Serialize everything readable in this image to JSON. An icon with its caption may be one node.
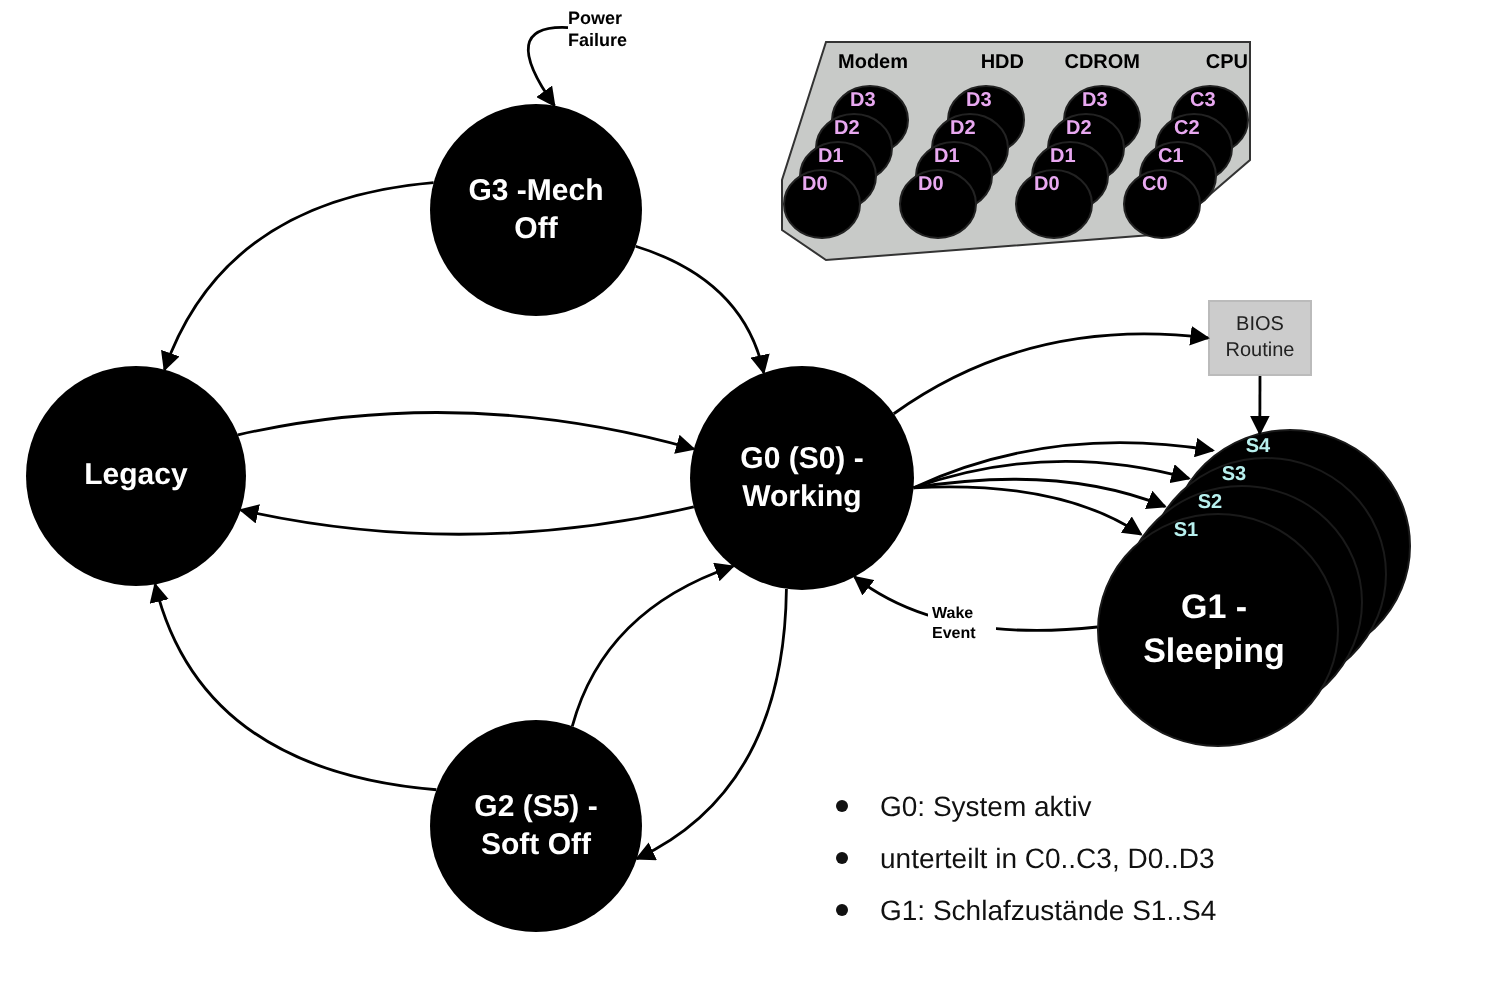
{
  "diagram": {
    "nodes": [
      {
        "text": [
          "Power Failure"
        ]
      },
      {
        "text": [
          "G3 -Mech Off"
        ]
      },
      {
        "text": [],
        "shape": "box"
      },
      {
        "text": [
          "Modem",
          "D3",
          "D2",
          "D1",
          "D0"
        ],
        "in": 2
      },
      {
        "text": [
          "HDD",
          "D3",
          "D2",
          "D1",
          "D0"
        ],
        "in": 2
      },
      {
        "text": [
          "CDROM",
          "D3",
          "D2",
          "D1",
          "D0"
        ],
        "in": 2
      },
      {
        "text": [
          "CPU",
          "C3",
          "C2",
          "C1",
          "C0"
        ],
        "in": 2
      },
      {
        "text": [
          "Legacy"
        ]
      },
      {
        "text": [
          "G0 (S0) - Working"
        ]
      },
      {
        "text": [
          "BIOS Routine"
        ]
      },
      {
        "text": [
          "G1 - Sleeping"
        ]
      },
      {
        "text": [
          "S4"
        ],
        "in": 10
      },
      {
        "text": [
          "S3"
        ],
        "in": 10
      },
      {
        "text": [
          "S2"
        ],
        "in": 10
      },
      {
        "text": [
          "S1"
        ],
        "in": 10
      },
      {
        "text": [
          "G2 (S5) - Soft Off"
        ]
      }
    ],
    "edges": [
      {
        "from": 0,
        "to": 1,
        "arrow": "to"
      },
      {
        "from": 1,
        "to": 7,
        "arrow": "to"
      },
      {
        "from": 1,
        "to": 8,
        "arrow": "to"
      },
      {
        "from": 7,
        "to": 8,
        "arrow": "to"
      },
      {
        "from": 8,
        "to": 7,
        "arrow": "to"
      },
      {
        "from": 8,
        "to": 9,
        "arrow": "to"
      },
      {
        "from": 9,
        "to": 11,
        "arrow": "to"
      },
      {
        "from": 8,
        "to": 11,
        "arrow": "to"
      },
      {
        "from": 8,
        "to": 12,
        "arrow": "to"
      },
      {
        "from": 8,
        "to": 13,
        "arrow": "to"
      },
      {
        "from": 8,
        "to": 14,
        "arrow": "to"
      },
      {
        "from": 10,
        "to": 8,
        "arrow": "to",
        "label": "Wake Event"
      },
      {
        "from": 15,
        "to": 7,
        "arrow": "to"
      },
      {
        "from": 15,
        "to": 8,
        "arrow": "to"
      },
      {
        "from": 8,
        "to": 15,
        "arrow": "to"
      }
    ],
    "labels": [
      "G0: System aktiv",
      "unterteilt in C0..C3, D0..D3",
      "G1: Schlafzustände S1..S4"
    ]
  }
}
